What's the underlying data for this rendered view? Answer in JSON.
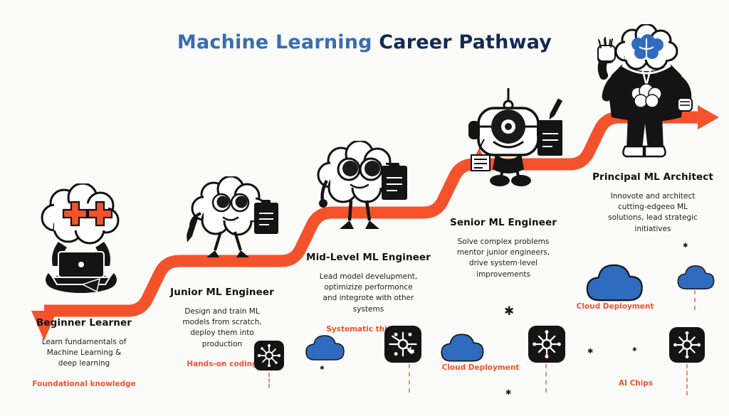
{
  "title": {
    "part1": "Machine Learning ",
    "part2": "Career Pathway"
  },
  "colors": {
    "orange": "#f4522a",
    "title_blue": "#3a6db0",
    "title_navy": "#132a52",
    "cloud_blue": "#2f6cc0",
    "icon_dark": "#141414",
    "background": "#fbfbfa"
  },
  "stages": [
    {
      "id": "beginner",
      "title": "Beginner Learner",
      "description": "Learn fundamentals of\nMachine Learning &\ndeep learning",
      "tag": "Foundational knowledge",
      "character": "seated-learner-with-laptop"
    },
    {
      "id": "junior",
      "title": "Junior ML Engineer",
      "description": "Design and train ML\nmodels from scratch,\ndeploy them into\nproduction",
      "tag": "Hands-on coding",
      "character": "walking-brain-with-pencil-and-clipboard"
    },
    {
      "id": "mid-level",
      "title": "Mid-Level ML Engineer",
      "description": "Lead model develupment,\noptimizize performonce\nand integrote with other\nsystems",
      "tag": "Systematic thinking",
      "character": "brain-with-glasses-and-clipboard"
    },
    {
      "id": "senior",
      "title": "Senior ML Engineer",
      "description": "Solve complex problems\nmentor junior engineers,\ndrive system·level\nimprovements",
      "tag": "Cloud Deployment",
      "character": "cyclops-robot-with-badge-and-clipboard"
    },
    {
      "id": "principal",
      "title": "Principal ML Architect",
      "description": "Innovote and architect\ncutting-edgeeo ML\nsolutions, lead strategic\ninitiatives",
      "tag": "AI Chips",
      "character": "hoodie-person-with-brain-head-waving"
    }
  ],
  "bottom_icons": [
    {
      "name": "ai-chip-icon",
      "type": "chip"
    },
    {
      "name": "cloud-icon",
      "type": "cloud"
    },
    {
      "name": "ai-chip-icon",
      "type": "chip"
    },
    {
      "name": "cloud-icon",
      "type": "cloud"
    },
    {
      "name": "ai-chip-icon",
      "type": "chip"
    },
    {
      "name": "cloud-icon",
      "type": "cloud"
    },
    {
      "name": "ai-chip-icon",
      "type": "chip"
    }
  ],
  "floating_labels": [
    {
      "text": "Cloud Deployment"
    },
    {
      "text": "Cloud Deployment"
    },
    {
      "text": "AI Chips"
    }
  ]
}
